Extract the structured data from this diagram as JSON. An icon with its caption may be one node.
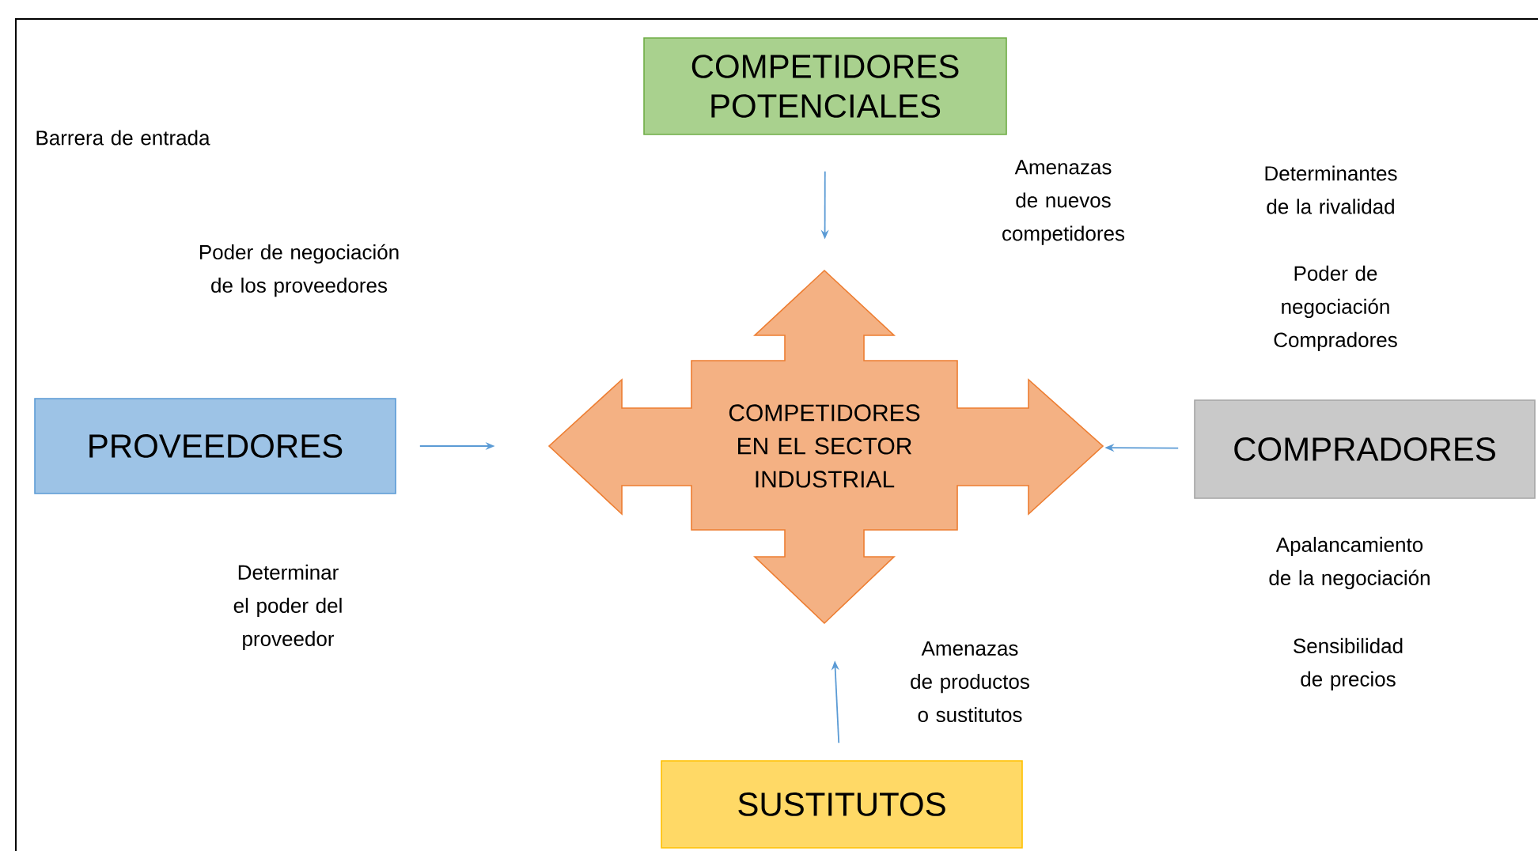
{
  "diagram": {
    "nodes": [
      {
        "text": [
          "COMPETIDORES POTENCIALES"
        ]
      },
      {
        "text": [
          "PROVEEDORES"
        ]
      },
      {
        "text": [
          "COMPETIDORES EN EL SECTOR INDUSTRIAL"
        ]
      },
      {
        "text": [
          "COMPRADORES"
        ]
      },
      {
        "text": [
          "SUSTITUTOS"
        ]
      }
    ],
    "edges": [
      {
        "from": 0,
        "to": 2,
        "arrow": "to"
      },
      {
        "from": 1,
        "to": 2,
        "arrow": "to"
      },
      {
        "from": 3,
        "to": 2,
        "arrow": "to"
      },
      {
        "from": 4,
        "to": 2,
        "arrow": "to"
      }
    ],
    "labels": [
      "Barrera de entrada",
      "Amenazas de nuevos competidores",
      "Determinantes de la rivalidad",
      "Poder de negociación de los proveedores",
      "Poder de negociación Compradores",
      "Apalancamiento de la negociación",
      "Determinar el poder del proveedor",
      "Sensibilidad de precios",
      "Amenazas de productos o sustitutos"
    ]
  }
}
